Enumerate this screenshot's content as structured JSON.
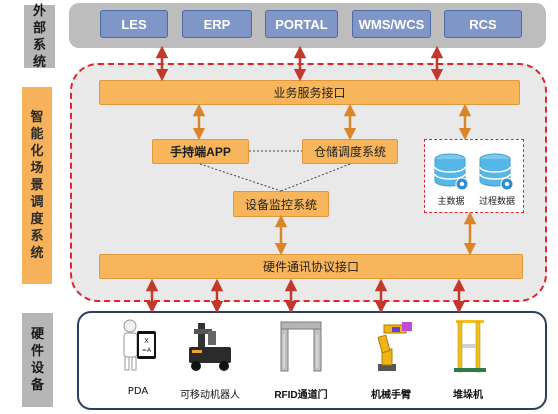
{
  "layers": {
    "external": {
      "label": "外部系统",
      "systems": [
        "LES",
        "ERP",
        "PORTAL",
        "WMS/WCS",
        "RCS"
      ]
    },
    "core": {
      "label": "智能化场景调度系统",
      "business_interface": "业务服务接口",
      "handheld_app": "手持端APP",
      "warehouse_dispatch": "仓储调度系统",
      "device_monitor": "设备监控系统",
      "hardware_interface": "硬件通讯协议接口",
      "databases": [
        {
          "label": "主数据"
        },
        {
          "label": "过程数据"
        }
      ]
    },
    "hardware": {
      "label": "硬件设备",
      "devices": [
        {
          "label": "PDA",
          "icon": "pda-icon"
        },
        {
          "label": "可移动机器人",
          "icon": "mobile-robot-icon"
        },
        {
          "label": "RFID通道门",
          "icon": "rfid-gate-icon"
        },
        {
          "label": "机械手臂",
          "icon": "robotic-arm-icon"
        },
        {
          "label": "堆垛机",
          "icon": "stacker-crane-icon"
        }
      ]
    }
  },
  "colors": {
    "side_label_gray": "#b6b6b6",
    "side_label_orange": "#f6b25a",
    "external_button": "#7f96c6",
    "core_border": "#e0262a",
    "orange_box": "#f7b65c",
    "arrow": "#c0392b",
    "database": "#56b7e6",
    "hardware_border": "#2d3f5e"
  }
}
